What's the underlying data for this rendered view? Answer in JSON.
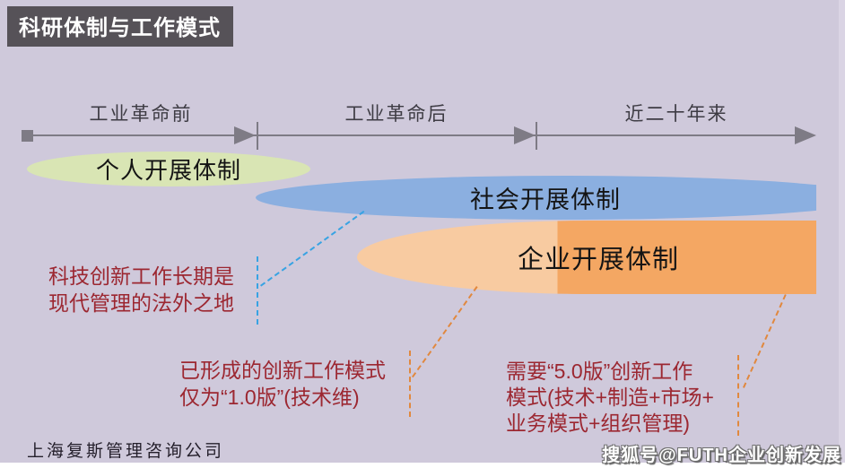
{
  "title": "科研体制与工作模式",
  "timeline": {
    "phase_labels": [
      "工业革命前",
      "工业革命后",
      "近二十年来"
    ]
  },
  "ellipses": {
    "personal": {
      "label": "个人开展体制",
      "color": "#d9e5b4"
    },
    "social": {
      "label": "社会开展体制",
      "color": "#8bafe0"
    },
    "enterprise": {
      "label": "企业开展体制",
      "color_left": "#f8cba1",
      "color_right": "#f4a763"
    }
  },
  "annotations": {
    "left": {
      "lines": [
        "科技创新工作长期是",
        "现代管理的法外之地"
      ]
    },
    "middle": {
      "lines": [
        "已形成的创新工作模式",
        "仅为“1.0版”(技术维)"
      ]
    },
    "right": {
      "lines": [
        "需要“5.0版”创新工作",
        "模式(技术+制造+市场+",
        "业务模式+组织管理)"
      ]
    }
  },
  "footer": {
    "company": "上海复斯管理咨询公司",
    "watermark": "搜狐号@FUTH企业创新发展"
  },
  "colors": {
    "background": "#cfc9db",
    "title_bar": "#565258",
    "timeline_gray": "#7e7b85",
    "annotation_red": "#9c2731",
    "dash_blue": "#38a3e3",
    "dash_orange": "#e1883e"
  }
}
